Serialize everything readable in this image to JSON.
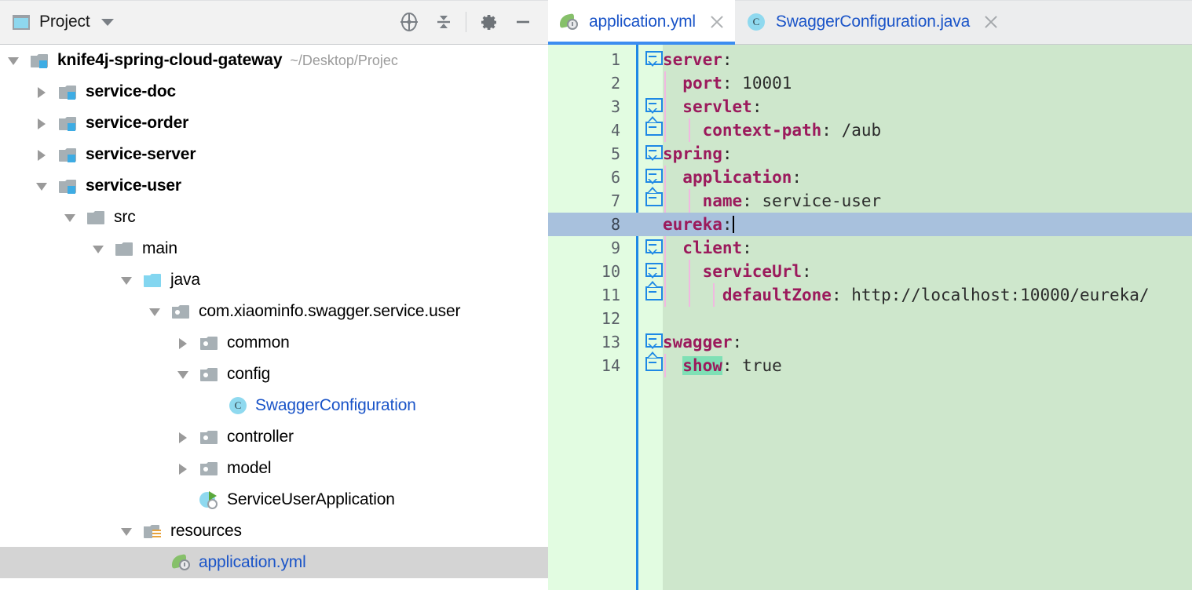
{
  "tool_window": {
    "title": "Project",
    "icon": "project-window-icon",
    "dropdown_icon": "chevron-down-icon",
    "actions": [
      {
        "name": "select-opened-file-icon",
        "label": "Select Opened File"
      },
      {
        "name": "collapse-all-icon",
        "label": "Collapse All"
      },
      {
        "name": "settings-gear-icon",
        "label": "Settings"
      },
      {
        "name": "hide-icon",
        "label": "Hide"
      }
    ]
  },
  "tree": {
    "items": [
      {
        "label": "knife4j-spring-cloud-gateway",
        "path": "~/Desktop/Projec",
        "depth": 0,
        "twisty": "open",
        "icon": "module-folder-icon",
        "style": "bold",
        "selected": false
      },
      {
        "label": "service-doc",
        "path": "",
        "depth": 1,
        "twisty": "closed",
        "icon": "module-folder-icon",
        "style": "bold",
        "selected": false
      },
      {
        "label": "service-order",
        "path": "",
        "depth": 1,
        "twisty": "closed",
        "icon": "module-folder-icon",
        "style": "bold",
        "selected": false
      },
      {
        "label": "service-server",
        "path": "",
        "depth": 1,
        "twisty": "closed",
        "icon": "module-folder-icon",
        "style": "bold",
        "selected": false
      },
      {
        "label": "service-user",
        "path": "",
        "depth": 1,
        "twisty": "open",
        "icon": "module-folder-icon",
        "style": "bold",
        "selected": false
      },
      {
        "label": "src",
        "path": "",
        "depth": 2,
        "twisty": "open",
        "icon": "folder-icon",
        "style": "plain",
        "selected": false
      },
      {
        "label": "main",
        "path": "",
        "depth": 3,
        "twisty": "open",
        "icon": "folder-icon",
        "style": "plain",
        "selected": false
      },
      {
        "label": "java",
        "path": "",
        "depth": 4,
        "twisty": "open",
        "icon": "source-folder-icon",
        "style": "plain",
        "selected": false
      },
      {
        "label": "com.xiaominfo.swagger.service.user",
        "path": "",
        "depth": 5,
        "twisty": "open",
        "icon": "package-icon",
        "style": "plain",
        "selected": false
      },
      {
        "label": "common",
        "path": "",
        "depth": 6,
        "twisty": "closed",
        "icon": "package-icon",
        "style": "plain",
        "selected": false
      },
      {
        "label": "config",
        "path": "",
        "depth": 6,
        "twisty": "open",
        "icon": "package-icon",
        "style": "plain",
        "selected": false
      },
      {
        "label": "SwaggerConfiguration",
        "path": "",
        "depth": 7,
        "twisty": "none",
        "icon": "java-class-icon",
        "style": "blue",
        "selected": false
      },
      {
        "label": "controller",
        "path": "",
        "depth": 6,
        "twisty": "closed",
        "icon": "package-icon",
        "style": "plain",
        "selected": false
      },
      {
        "label": "model",
        "path": "",
        "depth": 6,
        "twisty": "closed",
        "icon": "package-icon",
        "style": "plain",
        "selected": false
      },
      {
        "label": "ServiceUserApplication",
        "path": "",
        "depth": 6,
        "twisty": "none",
        "icon": "spring-boot-class-icon",
        "style": "plain",
        "selected": false
      },
      {
        "label": "resources",
        "path": "",
        "depth": 4,
        "twisty": "open",
        "icon": "resources-folder-icon",
        "style": "plain",
        "selected": false
      },
      {
        "label": "application.yml",
        "path": "",
        "depth": 5,
        "twisty": "none",
        "icon": "spring-yaml-icon",
        "style": "blue",
        "selected": true
      }
    ]
  },
  "editor": {
    "tabs": [
      {
        "name": "application.yml",
        "icon": "spring-yaml-icon",
        "active": true,
        "close_icon": "close-icon"
      },
      {
        "name": "SwaggerConfiguration.java",
        "icon": "java-class-icon",
        "active": false,
        "close_icon": "close-icon"
      }
    ],
    "file_name": "application.yml",
    "language": "yaml",
    "current_line": 8,
    "lines": [
      {
        "n": "1",
        "indent": 0,
        "fold": "start",
        "key": "server",
        "sep": ":",
        "value": ""
      },
      {
        "n": "2",
        "indent": 1,
        "fold": "none",
        "key": "port",
        "sep": ":",
        "value": " 10001"
      },
      {
        "n": "3",
        "indent": 1,
        "fold": "start",
        "key": "servlet",
        "sep": ":",
        "value": ""
      },
      {
        "n": "4",
        "indent": 2,
        "fold": "end",
        "key": "context-path",
        "sep": ":",
        "value": " /aub"
      },
      {
        "n": "5",
        "indent": 0,
        "fold": "start",
        "key": "spring",
        "sep": ":",
        "value": ""
      },
      {
        "n": "6",
        "indent": 1,
        "fold": "start",
        "key": "application",
        "sep": ":",
        "value": ""
      },
      {
        "n": "7",
        "indent": 2,
        "fold": "end",
        "key": "name",
        "sep": ":",
        "value": " service-user"
      },
      {
        "n": "8",
        "indent": 0,
        "fold": "start",
        "key": "eureka",
        "sep": ":",
        "value": "",
        "caret": true
      },
      {
        "n": "9",
        "indent": 1,
        "fold": "start",
        "key": "client",
        "sep": ":",
        "value": ""
      },
      {
        "n": "10",
        "indent": 2,
        "fold": "start",
        "key": "serviceUrl",
        "sep": ":",
        "value": ""
      },
      {
        "n": "11",
        "indent": 3,
        "fold": "end",
        "key": "defaultZone",
        "sep": ":",
        "value": " http://localhost:10000/eureka/"
      },
      {
        "n": "12",
        "indent": 0,
        "fold": "none",
        "key": "",
        "sep": "",
        "value": ""
      },
      {
        "n": "13",
        "indent": 0,
        "fold": "start",
        "key": "swagger",
        "sep": ":",
        "value": ""
      },
      {
        "n": "14",
        "indent": 1,
        "fold": "end",
        "key": "show",
        "sep": ":",
        "value": " true",
        "key_highlight": true
      }
    ]
  },
  "colors": {
    "editor_background": "#cee7cc",
    "gutter_background": "#e2fce1",
    "current_line": "#a8c1dd",
    "key": "#9b1a5c",
    "value": "#2b2b2b",
    "search_highlight": "#7fe0b5",
    "tab_accent": "#3c8df0",
    "link_text": "#1a54c8",
    "selection": "#d4d4d4"
  }
}
